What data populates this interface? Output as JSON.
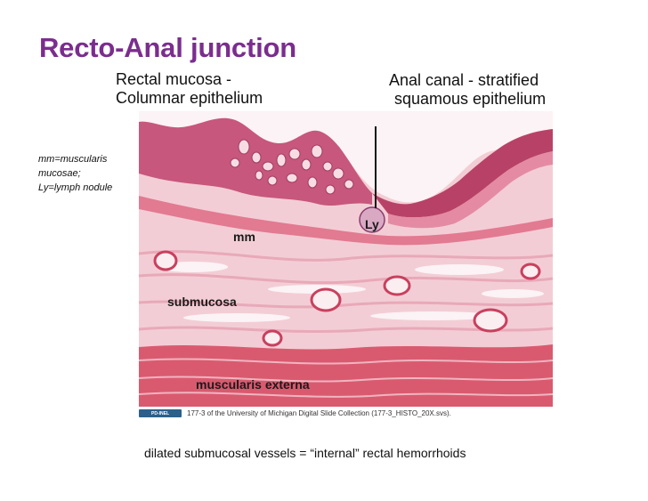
{
  "slide": {
    "title": "Recto-Anal junction",
    "rectal_label": {
      "line1": "Rectal mucosa -",
      "line2": "Columnar epithelium"
    },
    "anal_label": {
      "line1": "Anal canal - stratified",
      "line2": "squamous epithelium"
    },
    "legend": {
      "line1": "mm=muscularis",
      "line2": "mucosae;",
      "line3": "Ly=lymph nodule"
    },
    "tissue_labels": {
      "ly": "Ly",
      "mm": "mm",
      "submucosa": "submucosa",
      "muscularis_externa": "muscularis externa"
    },
    "credit": {
      "badge": "PD-INEL",
      "text": "177-3 of the University of Michigan Digital Slide Collection (177-3_HISTO_20X.svs)."
    },
    "caption": "dilated submucosal vessels = “internal” rectal hemorrhoids"
  },
  "colors": {
    "title": "#7b2d8e",
    "tissue_pink": "#f2c9d1",
    "epithelium_dark": "#b8406a",
    "muscle": "#d94f64"
  }
}
